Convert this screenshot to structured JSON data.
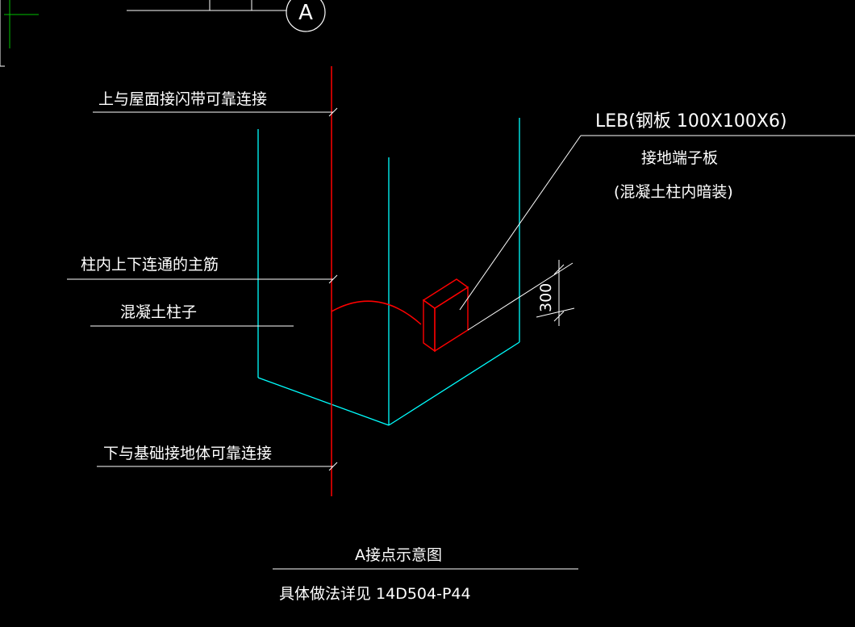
{
  "marker": {
    "label": "A"
  },
  "labels": {
    "top_connection": "上与屋面接闪带可靠连接",
    "rebar": "柱内上下连通的主筋",
    "column": "混凝土柱子",
    "bottom_connection": "下与基础接地体可靠连接",
    "leb_title": "LEB(钢板 100X100X6)",
    "leb_name": "接地端子板",
    "leb_note": "(混凝土柱内暗装)",
    "dimension": "300"
  },
  "caption": {
    "title": "A接点示意图",
    "reference": "具体做法详见 14D504-P44"
  },
  "colors": {
    "background": "#000000",
    "rebar": "#ff0000",
    "column": "#00ffff",
    "leb_plate": "#ff0000",
    "leader": "#ffffff",
    "text": "#ffffff",
    "axis_green": "#00c000"
  }
}
